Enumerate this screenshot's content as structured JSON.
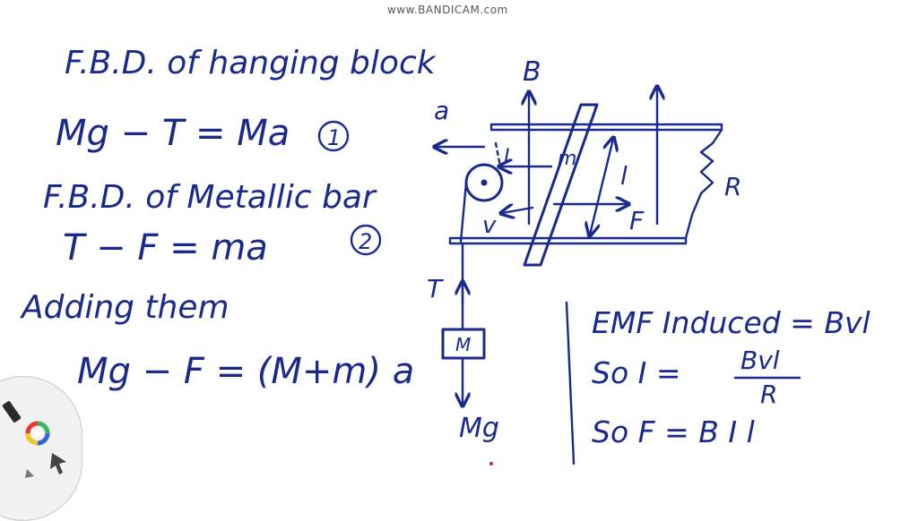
{
  "watermark": "www.BANDICAM.com",
  "left_notes": {
    "heading1": "F.B.D. of hanging block",
    "eq1": "Mg − T = Ma",
    "eq1_tag": "1",
    "heading2": "F.B.D. of Metallic bar",
    "eq2": "T − F = ma",
    "eq2_tag": "2",
    "adding": "Adding them",
    "eq3": "Mg − F = (M+m) a"
  },
  "diagram_labels": {
    "B": "B",
    "a": "a",
    "I": "I",
    "m": "m",
    "l": "l",
    "R": "R",
    "v": "v",
    "F": "F",
    "T": "T",
    "M": "M",
    "Mg": "Mg"
  },
  "right_notes": {
    "emf": "EMF Induced = Bvl",
    "current_prefix": "So  I  =",
    "current_num": "Bvl",
    "current_den": "R",
    "force": "So  F  =  B I l"
  },
  "colors": {
    "ink": "#1a2a8c",
    "background": "#ffffff"
  }
}
